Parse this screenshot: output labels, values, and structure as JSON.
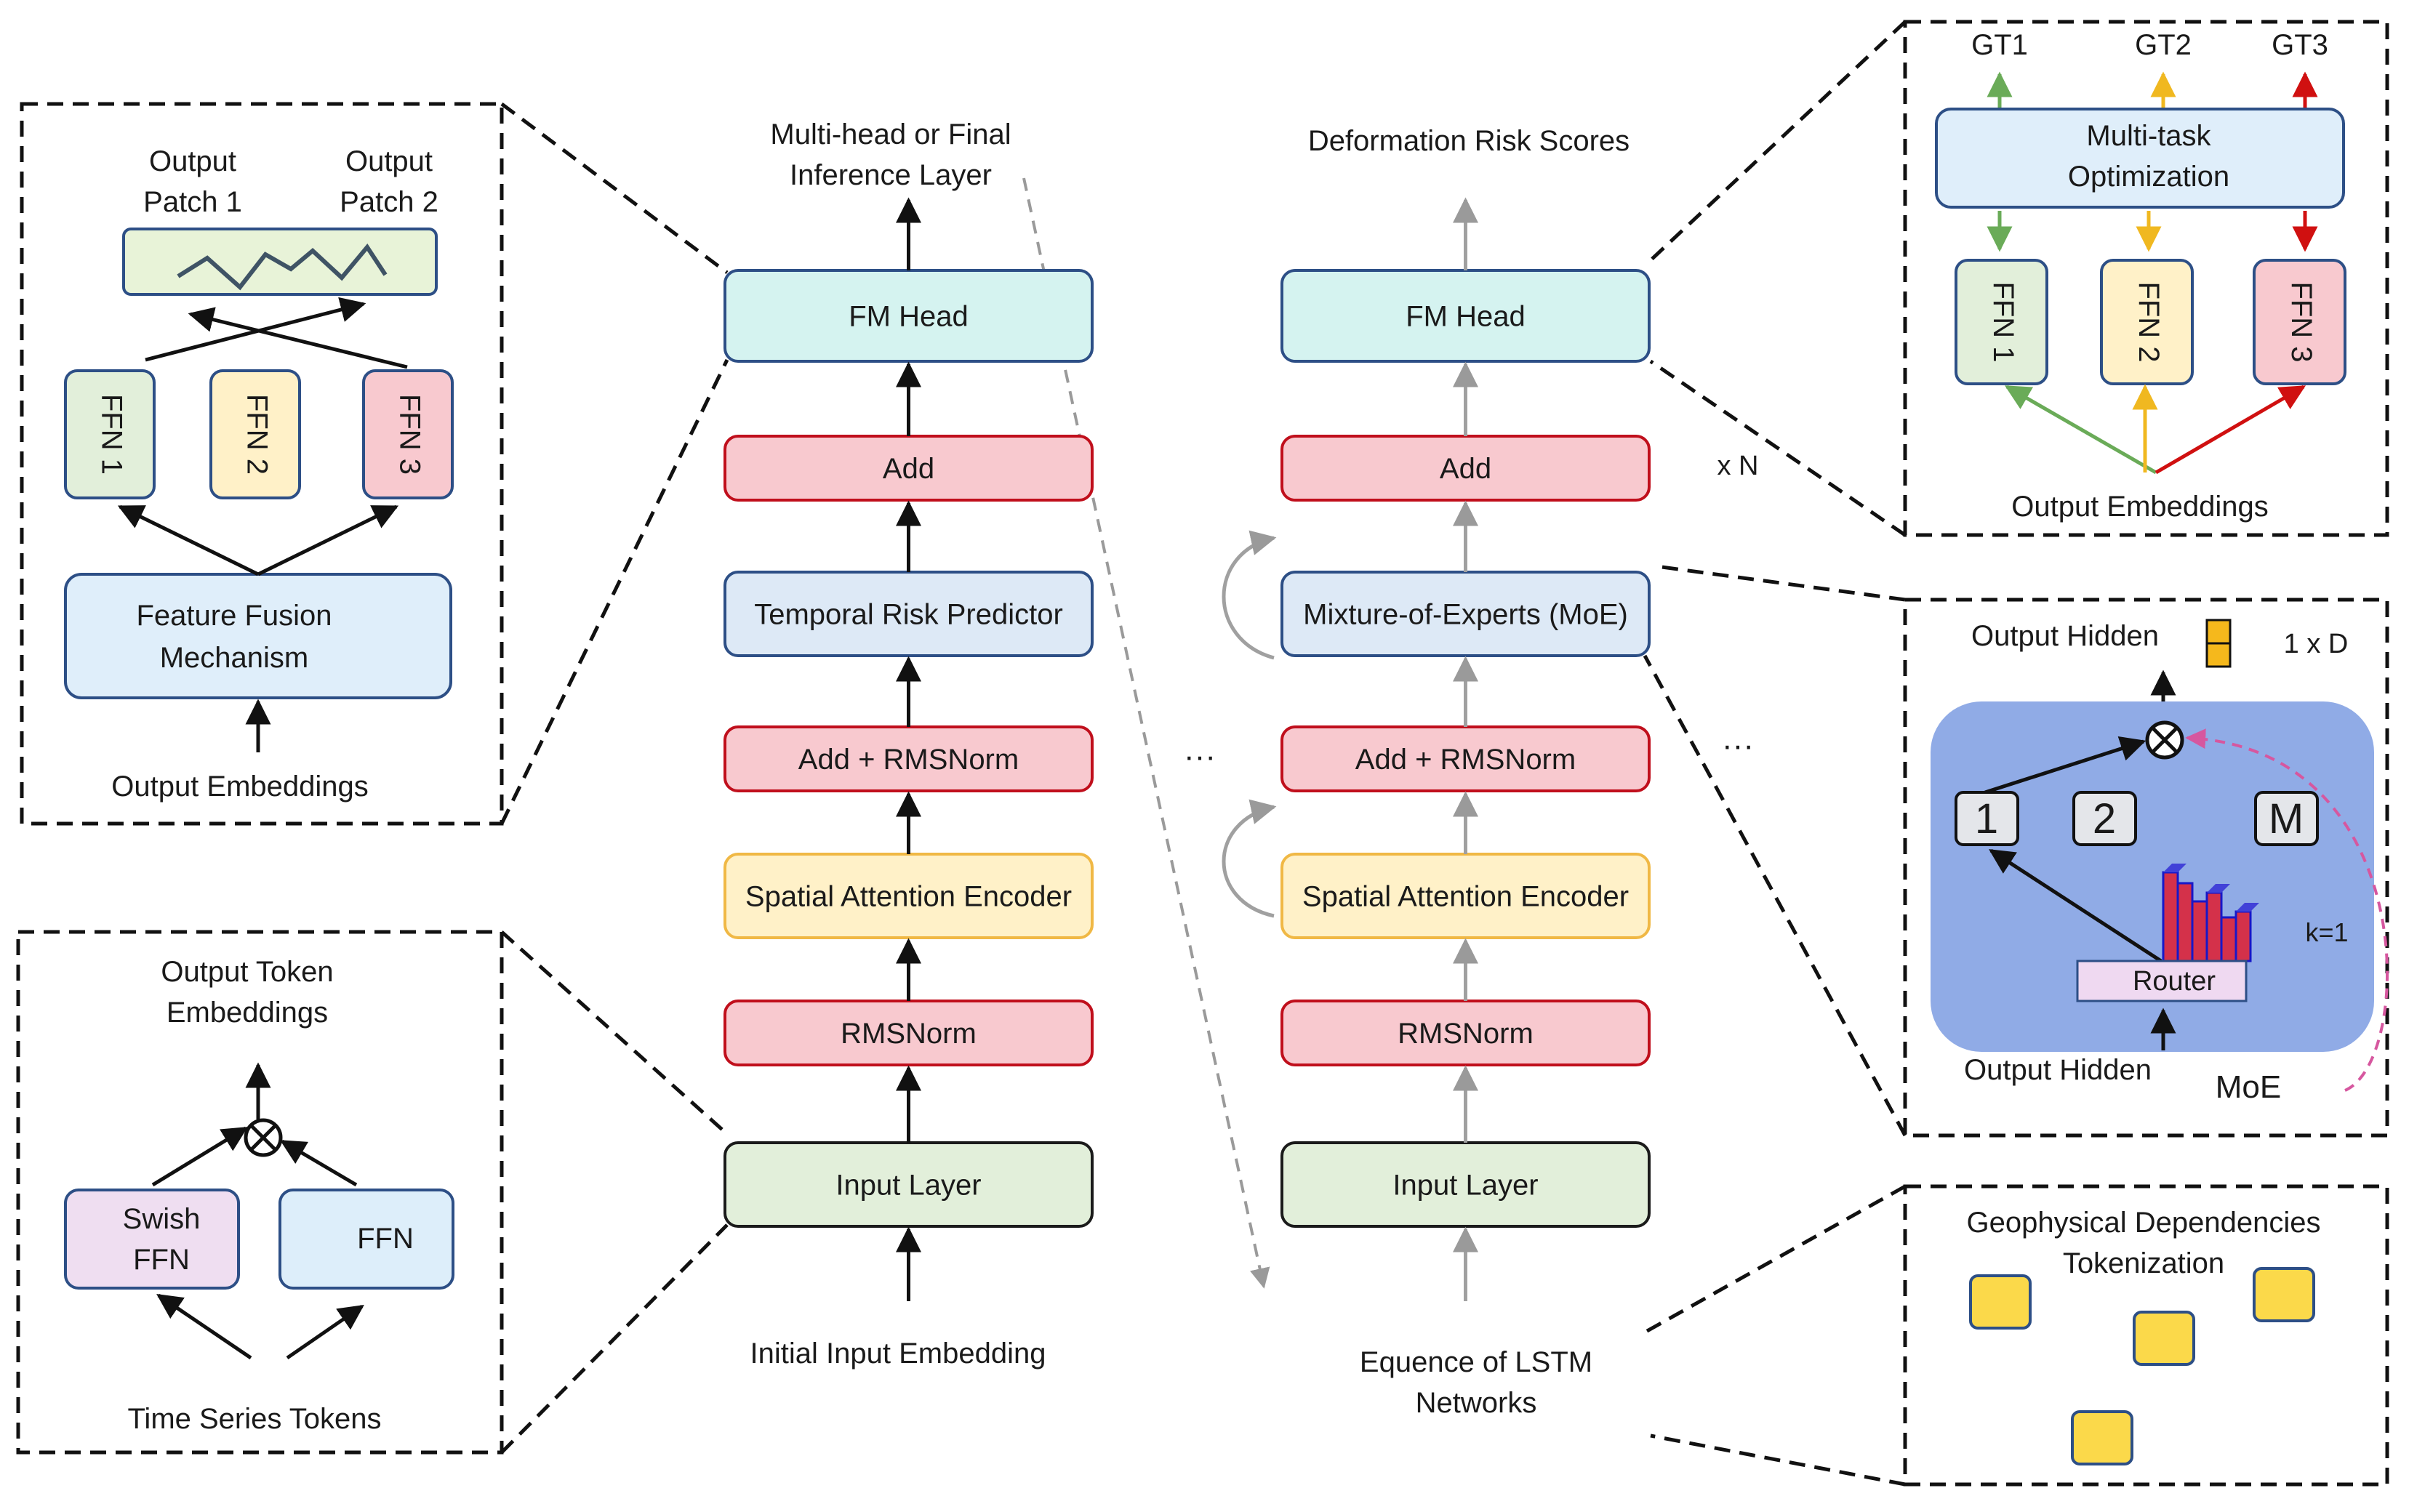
{
  "colors": {
    "green": "#e2efda",
    "teal": "#d5f3f0",
    "red": "#f8c9cf",
    "blue": "#dde9f6",
    "lightblue": "#ddeefa",
    "yellow": "#fff1c8",
    "pinkpurple": "#efdef1",
    "border_blue": "#2d4f86",
    "border_red": "#c00f1c",
    "border_yellow": "#f0b845",
    "border_green": "#1b1b1b",
    "gt1": "#6aab58",
    "gt2": "#f0b820",
    "gt3": "#d01010",
    "moe_bg": "#90abe6",
    "token_yellow": "#fbd94a"
  },
  "left_stack": {
    "top_label": "Multi-head or Final\nInference Layer",
    "blocks": [
      "FM Head",
      "Add",
      "Temporal Risk Predictor",
      "Add + RMSNorm",
      "Spatial Attention Encoder",
      "RMSNorm",
      "Input Layer"
    ],
    "bottom_label": "Initial Input Embedding"
  },
  "right_stack": {
    "top_label": "Deformation Risk Scores",
    "blocks": [
      "FM Head",
      "Add",
      "Mixture-of-Experts (MoE)",
      "Add + RMSNorm",
      "Spatial Attention Encoder",
      "RMSNorm",
      "Input Layer"
    ],
    "bottom_label": "Equence of LSTM\nNetworks",
    "repeat_label": "x N"
  },
  "ellipsis": "···",
  "panel_top_left": {
    "output_1": "Output\nPatch 1",
    "output_2": "Output\nPatch 2",
    "ffn": [
      "FFN 1",
      "FFN 2",
      "FFN 3"
    ],
    "fusion": "Feature Fusion\nMechanism",
    "input": "Output Embeddings"
  },
  "panel_bottom_left": {
    "output": "Output   Token\nEmbeddings",
    "swish": "Swish\nFFN",
    "ffn": "FFN",
    "input": "Time Series Tokens"
  },
  "panel_top_right": {
    "gt": [
      "GT1",
      "GT2",
      "GT3"
    ],
    "optim": "Multi-task\nOptimization",
    "ffn": [
      "FFN 1",
      "FFN 2",
      "FFN 3"
    ],
    "input": "Output Embeddings"
  },
  "panel_mid_right": {
    "output": "Output Hidden",
    "dim": "1 x D",
    "experts": [
      "1",
      "2",
      "M"
    ],
    "router": "Router",
    "k": "k=1",
    "input": "Output Hidden",
    "moe": "MoE"
  },
  "panel_bottom_right": {
    "title": "Geophysical Dependencies\nTokenization"
  }
}
